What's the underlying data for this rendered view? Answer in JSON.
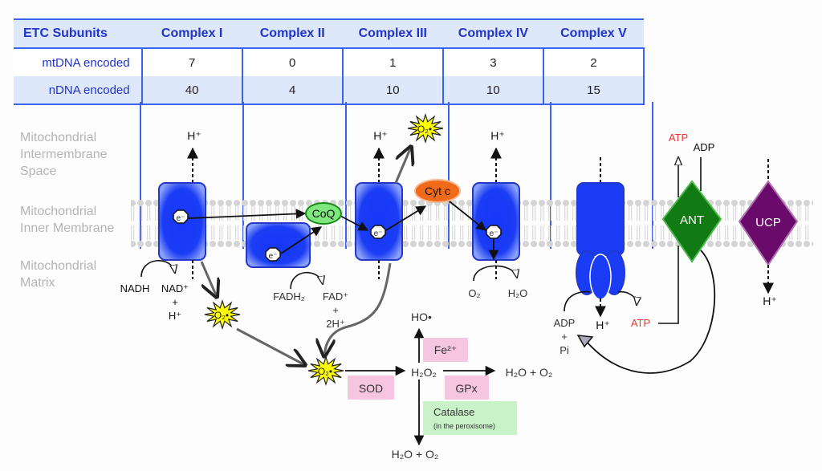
{
  "table": {
    "header": [
      "ETC Subunits",
      "Complex I",
      "Complex II",
      "Complex III",
      "Complex IV",
      "Complex V"
    ],
    "rows": [
      {
        "label": "mtDNA encoded",
        "values": [
          "7",
          "0",
          "1",
          "3",
          "2"
        ]
      },
      {
        "label": "nDNA encoded",
        "values": [
          "40",
          "4",
          "10",
          "10",
          "15"
        ]
      }
    ]
  },
  "regions": {
    "intermembrane": [
      "Mitochondrial",
      "Intermembrane",
      "Space"
    ],
    "inner_membrane": [
      "Mitochondrial",
      "Inner Membrane"
    ],
    "matrix": [
      "Mitochondrial",
      "Matrix"
    ]
  },
  "labels": {
    "h_plus": "H⁺",
    "electron": "e⁻",
    "coq": "CoQ",
    "cytc": "Cyt c",
    "superoxide": "O₂•",
    "nadh": "NADH",
    "nad_plus": "NAD⁺",
    "plus": "+",
    "fadh2": "FADH₂",
    "fad_plus": "FAD⁺",
    "two_h_plus": "2H⁺",
    "o2": "O₂",
    "h2o": "H₂O",
    "adp": "ADP",
    "pi": "Pi",
    "atp": "ATP",
    "ant": "ANT",
    "ucp": "UCP",
    "ho_radical": "HO•",
    "fe2": "Fe²⁺",
    "h2o2": "H₂O₂",
    "sod": "SOD",
    "gpx": "GPx",
    "catalase": "Catalase",
    "catalase_note": "(in the peroxisome)",
    "h2o_o2": "H₂O + O₂"
  },
  "colors": {
    "table_border": "#3b63f0",
    "table_header_text": "#2233cc",
    "complex_fill": "#1a3cf5",
    "coq_fill": "#7ee87e",
    "cytc_fill": "#f06a1a",
    "ant_fill": "#127a12",
    "ucp_fill": "#6a0a6a",
    "superoxide_fill": "#ffff00",
    "atp_text": "#ee3333",
    "enzyme_pink": "#f6c6e0",
    "enzyme_green": "#c9f2c9"
  }
}
